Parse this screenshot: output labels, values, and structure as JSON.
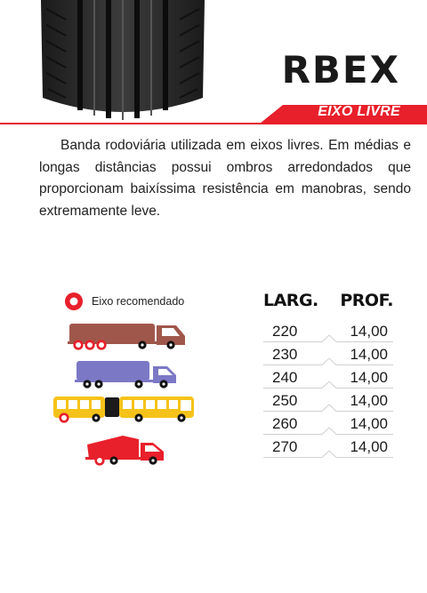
{
  "product": {
    "name": "RBEX",
    "axle_label": "EIXO LIVRE",
    "description": "Banda rodoviária utilizada em eixos livres. Em médias e longas distâncias possui ombros arredondados que proporcionam baixíssima resistência em manobras, sendo extremamente leve."
  },
  "legend": {
    "label": "Eixo recomendado",
    "marker_color": "#e8202b"
  },
  "colors": {
    "accent_red": "#e8202b",
    "truck_brown": "#a0574b",
    "truck_purple": "#7b78c6",
    "bus_yellow": "#f5c21a",
    "dump_red": "#e8202b"
  },
  "vehicles": [
    {
      "name": "rigid-truck",
      "color": "brown"
    },
    {
      "name": "trailer-truck",
      "color": "purple"
    },
    {
      "name": "articulated-bus",
      "color": "yellow"
    },
    {
      "name": "dump-truck",
      "color": "red"
    }
  ],
  "table": {
    "headers": {
      "width": "LARG.",
      "depth": "PROF."
    },
    "rows": [
      {
        "width": "220",
        "depth": "14,00"
      },
      {
        "width": "230",
        "depth": "14,00"
      },
      {
        "width": "240",
        "depth": "14,00"
      },
      {
        "width": "250",
        "depth": "14,00"
      },
      {
        "width": "260",
        "depth": "14,00"
      },
      {
        "width": "270",
        "depth": "14,00"
      }
    ]
  }
}
